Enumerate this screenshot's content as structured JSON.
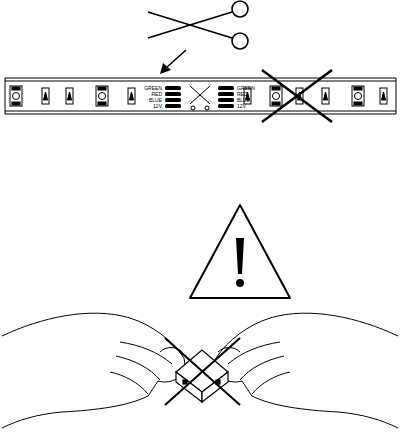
{
  "diagram": {
    "labels": [
      "GREEN",
      "RED",
      "BLUE",
      "12V",
      "GREEN",
      "RED",
      "BLUE",
      "12V"
    ]
  }
}
